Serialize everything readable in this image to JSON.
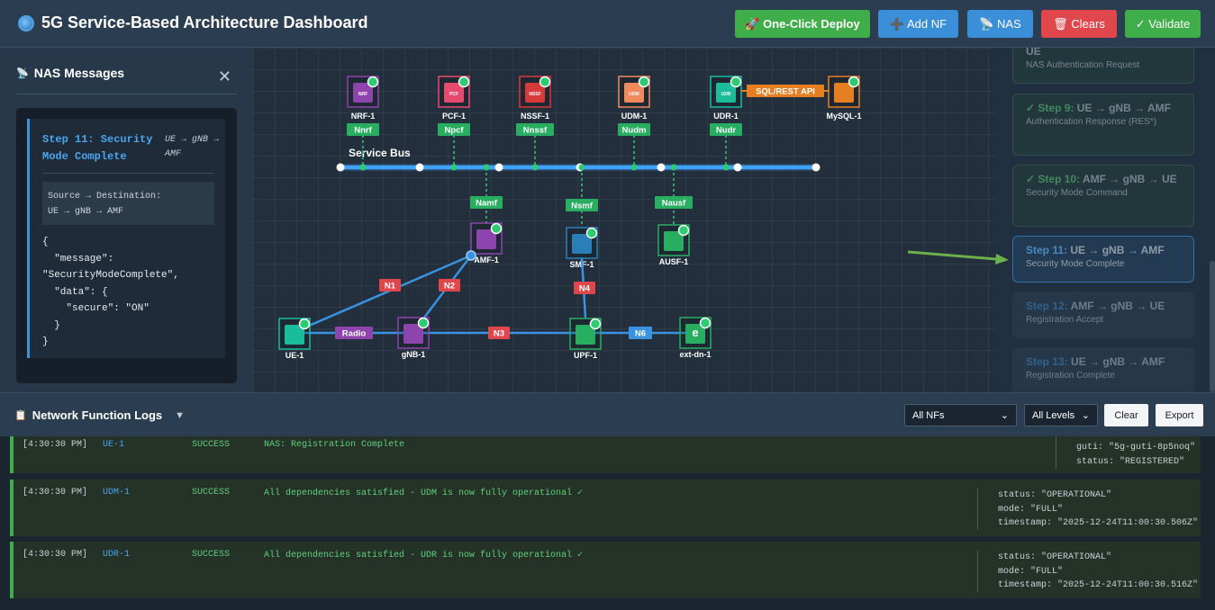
{
  "header": {
    "title": "5G Service-Based Architecture Dashboard",
    "buttons": {
      "deploy": "🚀 One-Click Deploy",
      "add_nf": "➕ Add NF",
      "nas": "📡 NAS",
      "clears": "🗑 Clears",
      "validate": "✓ Validate"
    }
  },
  "nas_panel": {
    "title": "NAS Messages",
    "close": "✕",
    "step_title": "Step 11: Security Mode Complete",
    "step_path": "UE → gNB → AMF",
    "source_label": "Source → Destination:",
    "source_path": "UE → gNB → AMF",
    "json_body": "{\n  \"message\":\n\"SecurityModeComplete\",\n  \"data\": {\n    \"secure\": \"ON\"\n  }\n}"
  },
  "topology": {
    "service_bus_label": "Service Bus",
    "upper_nfs": [
      {
        "name": "NRF-1",
        "iface": "Nnrf",
        "color": "#8e44ad",
        "glyph": "NRF"
      },
      {
        "name": "PCF-1",
        "iface": "Npcf",
        "color": "#e84a6f",
        "glyph": "PCF"
      },
      {
        "name": "NSSF-1",
        "iface": "Nnssf",
        "color": "#d63a3a",
        "glyph": "NSSF"
      },
      {
        "name": "UDM-1",
        "iface": "Nudm",
        "color": "#f08a5d",
        "glyph": "UDM"
      },
      {
        "name": "UDR-1",
        "iface": "Nudr",
        "color": "#1abc9c",
        "glyph": "UDR"
      }
    ],
    "mysql": {
      "name": "MySQL-1",
      "link": "SQL/REST API"
    },
    "lower_nfs": [
      {
        "name": "AMF-1",
        "iface": "Namf",
        "color": "#8e44ad"
      },
      {
        "name": "SMF-1",
        "iface": "Nsmf",
        "color": "#2980b9"
      },
      {
        "name": "AUSF-1",
        "iface": "Nausf",
        "color": "#27ae60"
      }
    ],
    "ran_nodes": [
      {
        "name": "UE-1"
      },
      {
        "name": "gNB-1"
      },
      {
        "name": "UPF-1"
      },
      {
        "name": "ext-dn-1",
        "glyph": "e"
      }
    ],
    "links": {
      "n1": "N1",
      "n2": "N2",
      "n3": "N3",
      "n4": "N4",
      "n6": "N6",
      "radio": "Radio"
    }
  },
  "steps": [
    {
      "num": "",
      "path": "UE",
      "desc": "NAS Authentication Request",
      "state": "done"
    },
    {
      "num": "✓ Step 9:",
      "path": "UE → gNB → AMF",
      "desc": "Authentication Response (RES*)",
      "state": "done"
    },
    {
      "num": "✓ Step 10:",
      "path": "AMF → gNB → UE",
      "desc": "Security Mode Command",
      "state": "done"
    },
    {
      "num": "Step 11:",
      "path": "UE → gNB → AMF",
      "desc": "Security Mode Complete",
      "state": "active"
    },
    {
      "num": "Step 12:",
      "path": "AMF → gNB → UE",
      "desc": "Registration Accept",
      "state": "pending"
    },
    {
      "num": "Step 13:",
      "path": "UE → gNB → AMF",
      "desc": "Registration Complete",
      "state": "pending"
    }
  ],
  "logs_bar": {
    "title": "Network Function Logs",
    "toggle": "▼",
    "nf_filter": "All NFs",
    "level_filter": "All Levels",
    "clear": "Clear",
    "export": "Export"
  },
  "logs": [
    {
      "time": "[4:30:30 PM]",
      "nf": "UE-1",
      "level": "SUCCESS",
      "message": "NAS: Registration Complete",
      "meta": "guti: \"5g-guti-8p5noq\"\nstatus: \"REGISTERED\""
    },
    {
      "time": "[4:30:30 PM]",
      "nf": "UDM-1",
      "level": "SUCCESS",
      "message": "All dependencies satisfied - UDM is now fully operational ✓",
      "meta": "status: \"OPERATIONAL\"\nmode: \"FULL\"\ntimestamp: \"2025-12-24T11:00:30.506Z\""
    },
    {
      "time": "[4:30:30 PM]",
      "nf": "UDR-1",
      "level": "SUCCESS",
      "message": "All dependencies satisfied - UDR is now fully operational ✓",
      "meta": "status: \"OPERATIONAL\"\nmode: \"FULL\"\ntimestamp: \"2025-12-24T11:00:30.516Z\""
    }
  ]
}
